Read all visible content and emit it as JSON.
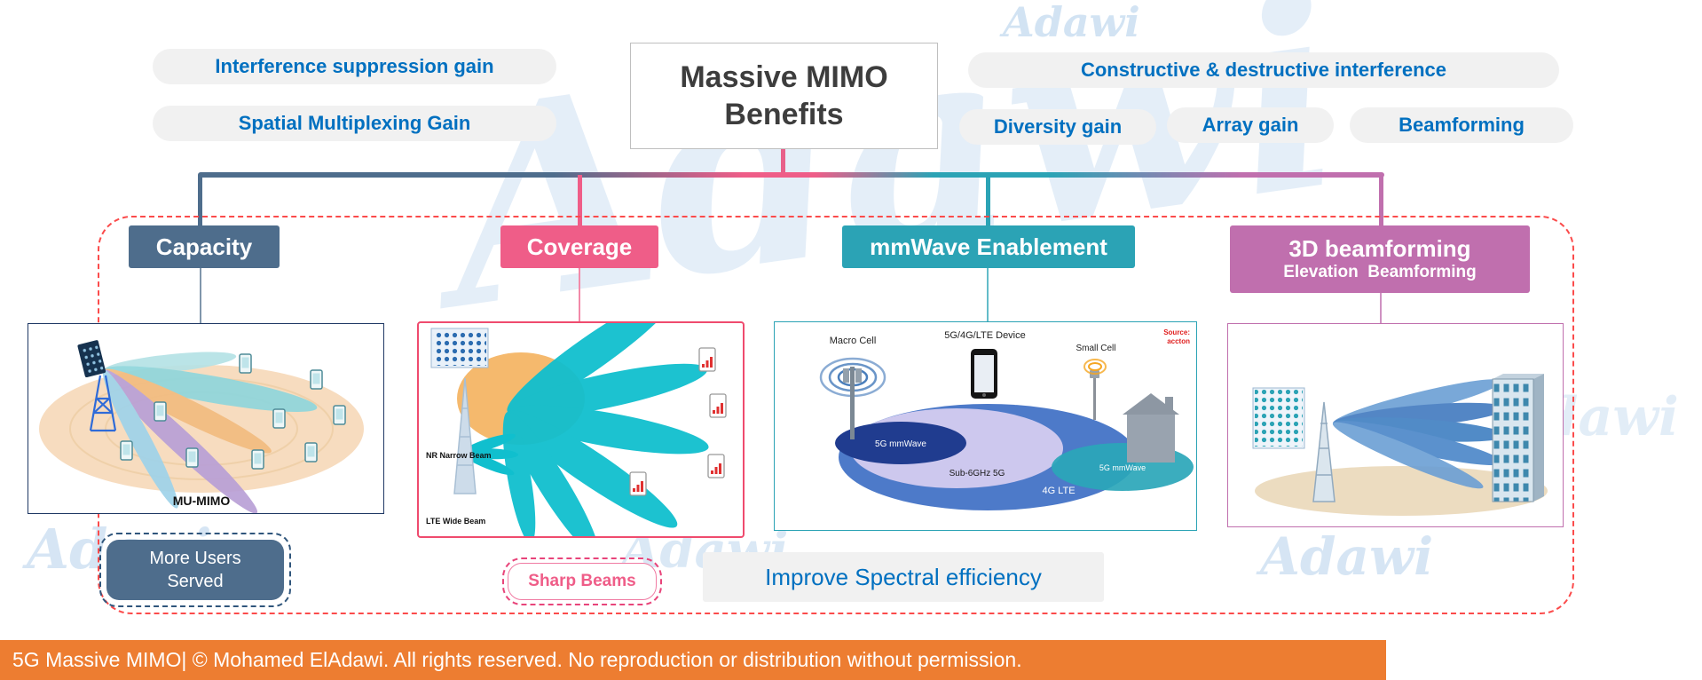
{
  "title": {
    "line1": "Massive MIMO",
    "line2": "Benefits"
  },
  "benefit_pills_left": [
    {
      "label": "Interference suppression gain"
    },
    {
      "label": "Spatial Multiplexing Gain"
    }
  ],
  "benefit_pills_right": [
    {
      "label": "Constructive & destructive interference"
    },
    {
      "label": "Diversity gain"
    },
    {
      "label": "Array gain"
    },
    {
      "label": "Beamforming"
    }
  ],
  "branches": [
    {
      "label": "Capacity",
      "color": "#4e6d8c"
    },
    {
      "label": "Coverage",
      "color": "#ef5d88"
    },
    {
      "label": "mmWave Enablement",
      "color": "#2ba3b5"
    },
    {
      "label": "3D beamforming",
      "sublabel": "Elevation  Beamforming",
      "color": "#c06fae"
    }
  ],
  "panels": {
    "capacity": {
      "caption": "MU-MIMO"
    },
    "coverage": {
      "nr_label": "NR Narrow Beam",
      "lte_label": "LTE Wide Beam"
    },
    "mmwave": {
      "macro_cell": "Macro Cell",
      "device": "5G/4G/LTE Device",
      "small_cell": "Small Cell",
      "source_line1": "Source:",
      "source_line2": "accton",
      "mmwave_core": "5G mmWave",
      "sub6": "Sub-6GHz 5G",
      "lte": "4G LTE",
      "mmwave_small": "5G mmWave"
    }
  },
  "badges": {
    "more_users_line1": "More Users",
    "more_users_line2": "Served",
    "sharp_beams": "Sharp Beams",
    "spectral": "Improve Spectral efficiency"
  },
  "footer": {
    "text": "5G Massive MIMO| © Mohamed ElAdawi. All rights reserved. No reproduction or distribution without permission."
  },
  "watermark": {
    "text": "Adawi"
  },
  "colors": {
    "accent_blue_text": "#0070c0",
    "pill_bg": "#f1f1f1",
    "capacity": "#4e6d8c",
    "coverage": "#ef5d88",
    "mmwave": "#2ba3b5",
    "beamforming3d": "#c06fae",
    "footer_bg": "#ed7d31",
    "dashed_outline": "#fb4b4b",
    "watermark_blue": "#aecdea"
  }
}
